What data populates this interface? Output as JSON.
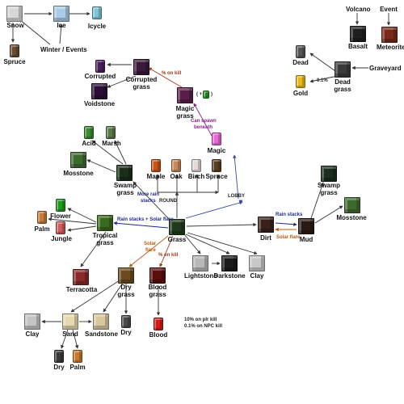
{
  "nodes": {
    "snow": {
      "label": "Snow",
      "color": "#d6d6d6"
    },
    "ice": {
      "label": "Ice",
      "color": "#a9cbe6"
    },
    "icycle": {
      "label": "Icycle",
      "color": "#7fc4d8"
    },
    "spruce_snow": {
      "label": "Spruce",
      "color": "#6a4a2e"
    },
    "winter_events": {
      "label": "Winter / Events"
    },
    "volcano": {
      "label": "Volcano"
    },
    "event": {
      "label": "Event"
    },
    "basalt": {
      "label": "Basalt",
      "color": "#1e1e1e"
    },
    "meteorite": {
      "label": "Meteorite",
      "color": "#7a2a18"
    },
    "dead": {
      "label": "Dead",
      "color": "#555555"
    },
    "dead_grass": {
      "label": "Dead grass",
      "color": "#3a3a3a"
    },
    "graveyard": {
      "label": "Graveyard"
    },
    "gold": {
      "label": "Gold",
      "color": "#e8b81a"
    },
    "corrupted": {
      "label": "Corrupted",
      "color": "#4a1e5a"
    },
    "corrupted_grass": {
      "label": "Corrupted grass",
      "color": "#3a1a3a"
    },
    "voidstone": {
      "label": "Voidstone",
      "color": "#2a0e36"
    },
    "magic_grass": {
      "label": "Magic grass",
      "color": "#5a1e4a"
    },
    "magic": {
      "label": "Magic",
      "color": "#e86bd8"
    },
    "acid": {
      "label": "Acid",
      "color": "#3a8a2e"
    },
    "marsh": {
      "label": "Marsh",
      "color": "#5a7a4a"
    },
    "mosstone_left": {
      "label": "Mosstone",
      "color": "#3e6a30"
    },
    "swamp_grass_left": {
      "label": "Swamp grass",
      "color": "#1a2e1a"
    },
    "maple": {
      "label": "Maple",
      "color": "#c9541a"
    },
    "oak": {
      "label": "Oak",
      "color": "#c88a5a"
    },
    "birch": {
      "label": "Birch",
      "color": "#e6d8d8"
    },
    "spruce_center": {
      "label": "Spruce",
      "color": "#5a3e22"
    },
    "swamp_grass_right": {
      "label": "Swamp grass",
      "color": "#1a2e1a"
    },
    "mosstone_right": {
      "label": "Mosstone",
      "color": "#3e6a30"
    },
    "flower": {
      "label": "Flower",
      "color": "#1e9a1e"
    },
    "palm_left": {
      "label": "Palm",
      "color": "#c87a3a"
    },
    "jungle": {
      "label": "Jungle",
      "color": "#d25a5a"
    },
    "tropical_grass": {
      "label": "Tropical grass",
      "color": "#3a6a1e"
    },
    "grass": {
      "label": "Grass",
      "color": "#1e3a1a"
    },
    "dirt": {
      "label": "Dirt",
      "color": "#3a221a"
    },
    "mud": {
      "label": "Mud",
      "color": "#2a1a14"
    },
    "terracotta": {
      "label": "Terracotta",
      "color": "#8a2a2a"
    },
    "dry_grass": {
      "label": "Dry grass",
      "color": "#6a4a1e"
    },
    "blood_grass": {
      "label": "Blood grass",
      "color": "#5a0e0e"
    },
    "lightstone": {
      "label": "Lightstone",
      "color": "#b8b8b8"
    },
    "darkstone": {
      "label": "Darkstone",
      "color": "#1a1a1a"
    },
    "clay_right": {
      "label": "Clay",
      "color": "#c8c8c8"
    },
    "clay_left": {
      "label": "Clay",
      "color": "#c4c4c4"
    },
    "sand": {
      "label": "Sand",
      "color": "#e6d8b0"
    },
    "sandstone": {
      "label": "Sandstone",
      "color": "#d8c8a0"
    },
    "dry_small": {
      "label": "Dry",
      "color": "#4a4a4a"
    },
    "blood": {
      "label": "Blood",
      "color": "#d21a1a"
    },
    "dry_bottom": {
      "label": "Dry",
      "color": "#3a3a3a"
    },
    "palm_bottom": {
      "label": "Palm",
      "color": "#c87a2a"
    }
  },
  "notes": {
    "pct_on_kill": "% on kill",
    "plus": "( +",
    "plus_close": ")",
    "can_spawn_1": "Can spawn",
    "can_spawn_2": "beneath",
    "more_rain_1": "More rain",
    "more_rain_2": "stacks",
    "round": "ROUND",
    "lobby": "LOBBY",
    "rain_solar": "Rain stacks + Solar flare",
    "rain_stacks": "Rain stacks",
    "solar_flare": "Solar flare",
    "solar_flare_grass_1": "Solar",
    "solar_flare_grass_2": "flare",
    "pct_pvp_kill": "% on kill",
    "gold_pct": "0.1%",
    "blood_1": "10% on plr kill",
    "blood_2": "0.1% on NPC kill"
  },
  "colors": {
    "edge": "#333333",
    "magic_edge": "#8a1f8a",
    "lobby_edge": "#3a48a8",
    "round_edge": "#333333",
    "rain_edge": "#1c2a8a",
    "solar_edge": "#c05a10",
    "kill_edge": "#a33a1a"
  }
}
